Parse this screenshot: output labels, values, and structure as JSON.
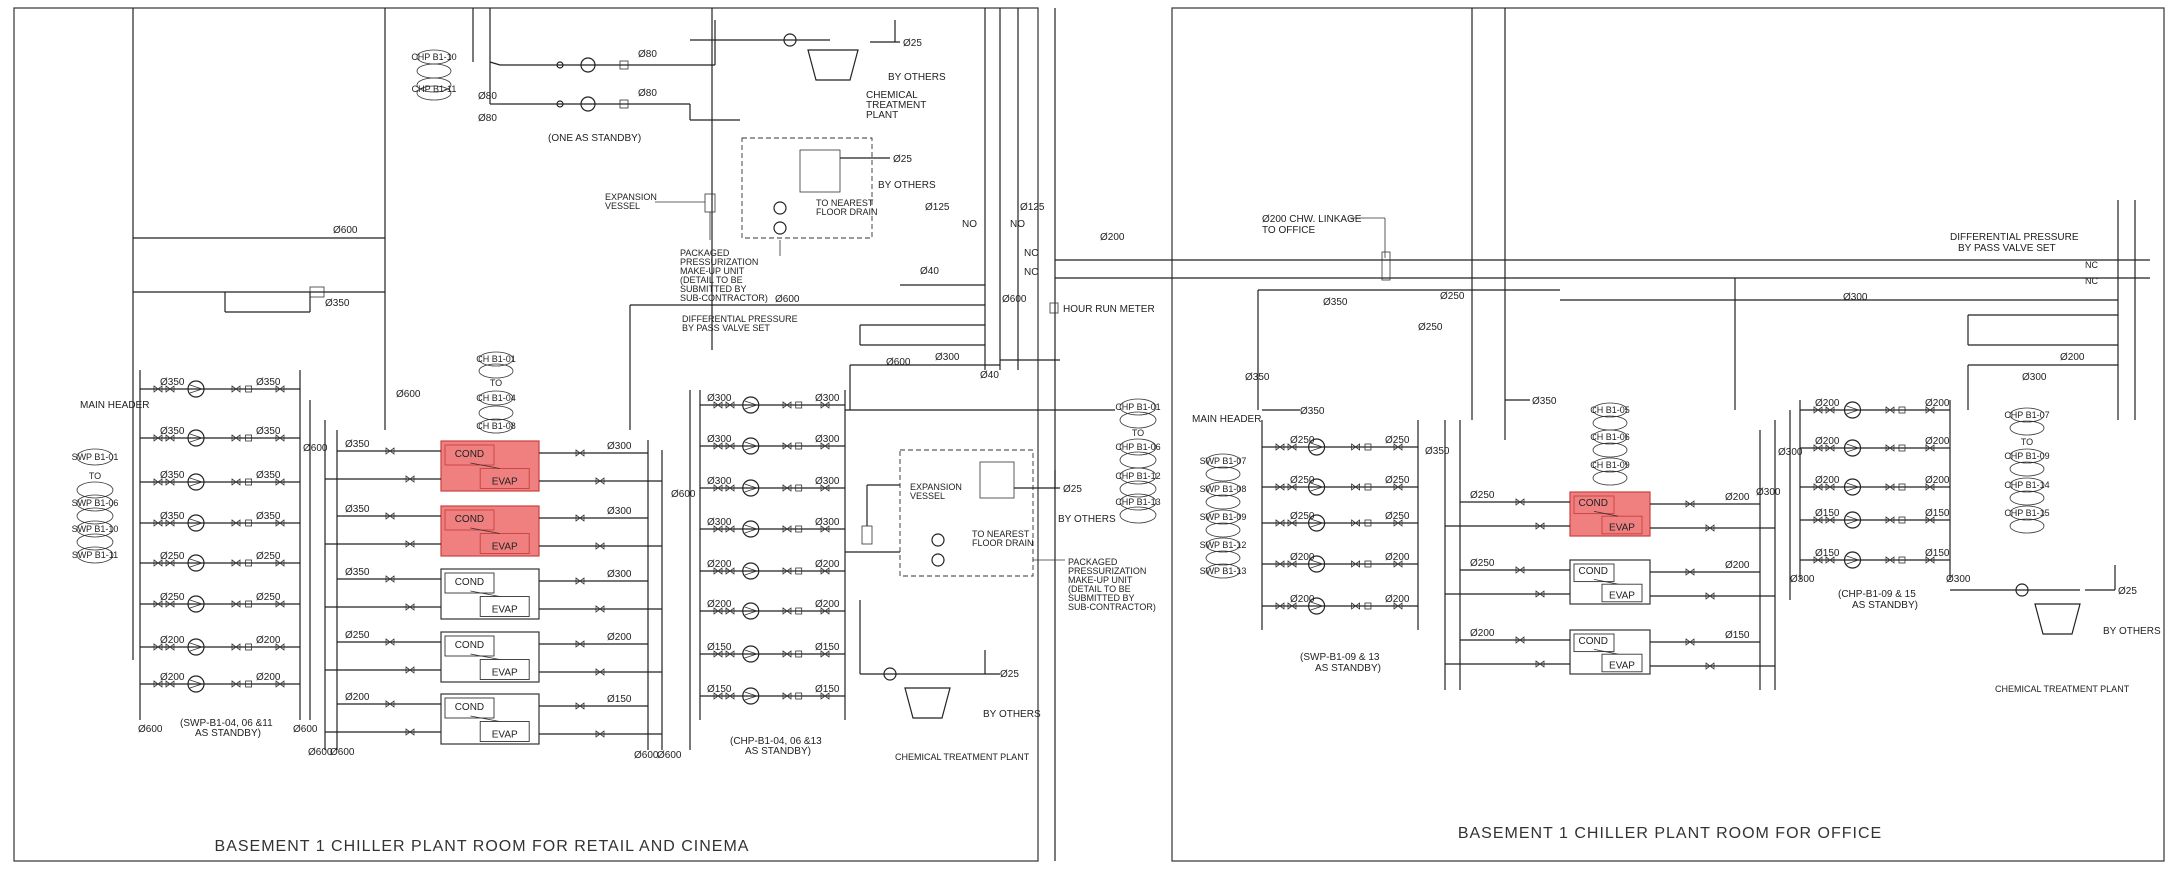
{
  "colors": {
    "highlight_fill": "#f08080",
    "highlight_stroke": "#c84040",
    "line": "#222222"
  },
  "left": {
    "title": "BASEMENT 1 CHILLER PLANT ROOM FOR RETAIL AND CINEMA",
    "chp_top_tags": [
      "CHP B1-10",
      "CHP B1-11"
    ],
    "standby_top": "(ONE AS STANDBY)",
    "d80": "Ø80",
    "d25": "Ø25",
    "by_others": "BY OTHERS",
    "chem_plant_1": "CHEMICAL",
    "chem_plant_2": "TREATMENT",
    "chem_plant_3": "PLANT",
    "chem_plant_bottom": "CHEMICAL TREATMENT PLANT",
    "expansion_vessel_1": "EXPANSION",
    "expansion_vessel_2": "VESSEL",
    "nearest_drain_1": "TO NEAREST",
    "nearest_drain_2": "FLOOR DRAIN",
    "pressurization": [
      "PACKAGED",
      "PRESSURIZATION",
      "MAKE-UP UNIT",
      "(DETAIL TO BE",
      "SUBMITTED BY",
      "SUB-CONTRACTOR)"
    ],
    "diff_pressure_1": "DIFFERENTIAL PRESSURE",
    "diff_pressure_2": "BY PASS VALVE SET",
    "hour_run_meter": "HOUR RUN METER",
    "main_header": "MAIN HEADER",
    "d600": "Ø600",
    "d350": "Ø350",
    "d300": "Ø300",
    "d250": "Ø250",
    "d200": "Ø200",
    "d150": "Ø150",
    "d125": "Ø125",
    "d40": "Ø40",
    "no": "NO",
    "nc": "NC",
    "swp_tags": [
      "SWP B1-01",
      "TO",
      "SWP B1-06",
      "SWP B1-10",
      "SWP B1-11"
    ],
    "swp_standby_1": "(SWP-B1-04, 06 &11",
    "swp_standby_2": "AS STANDBY)",
    "ch_tags": [
      "CH B1-01",
      "TO",
      "CH B1-04",
      "CH B1-08"
    ],
    "chp_right_tags": [
      "CHP B1-01",
      "TO",
      "CHP B1-06",
      "CHP B1-12",
      "CHP B1-13"
    ],
    "chp_standby_1": "(CHP-B1-04, 06 &13",
    "chp_standby_2": "AS STANDBY)",
    "cond": "COND",
    "evap": "EVAP",
    "swp_sizes": [
      "Ø350",
      "Ø350",
      "Ø350",
      "Ø350",
      "Ø250",
      "Ø250",
      "Ø200",
      "Ø200"
    ],
    "chw_sizes": [
      "Ø300",
      "Ø300",
      "Ø300",
      "Ø300",
      "Ø200",
      "Ø200",
      "Ø150",
      "Ø150"
    ],
    "chiller_in_sizes": [
      "Ø350",
      "Ø350",
      "Ø350",
      "Ø250",
      "Ø200"
    ],
    "chiller_out_sizes": [
      "Ø300",
      "Ø300",
      "Ø300",
      "Ø200",
      "Ø150"
    ]
  },
  "right": {
    "title": "BASEMENT 1 CHILLER PLANT ROOM FOR OFFICE",
    "linkage_1": "Ø200 CHW. LINKAGE",
    "linkage_2": "TO OFFICE",
    "d200": "Ø200",
    "d350": "Ø350",
    "d300": "Ø300",
    "d250": "Ø250",
    "d150": "Ø150",
    "d25": "Ø25",
    "main_header": "MAIN HEADER",
    "diff_pressure_1": "DIFFERENTIAL PRESSURE",
    "diff_pressure_2": "BY PASS VALVE SET",
    "nc": "NC",
    "swp_tags": [
      "SWP B1-07",
      "SWP B1-08",
      "SWP B1-09",
      "SWP B1-12",
      "SWP B1-13"
    ],
    "swp_standby_1": "(SWP-B1-09 & 13",
    "swp_standby_2": "AS STANDBY)",
    "ch_tags": [
      "CH B1-05",
      "CH B1-06",
      "CH B1-09"
    ],
    "chp_tags": [
      "CHP B1-07",
      "TO",
      "CHP B1-09",
      "CHP B1-14",
      "CHP B1-15"
    ],
    "chp_standby_1": "(CHP-B1-09 & 15",
    "chp_standby_2": "AS STANDBY)",
    "cond": "COND",
    "evap": "EVAP",
    "by_others": "BY OTHERS",
    "chem_plant": "CHEMICAL TREATMENT PLANT",
    "swp_sizes": [
      "Ø250",
      "Ø250",
      "Ø250",
      "Ø200",
      "Ø200"
    ],
    "chp_sizes": [
      "Ø200",
      "Ø200",
      "Ø200",
      "Ø150",
      "Ø150"
    ]
  }
}
